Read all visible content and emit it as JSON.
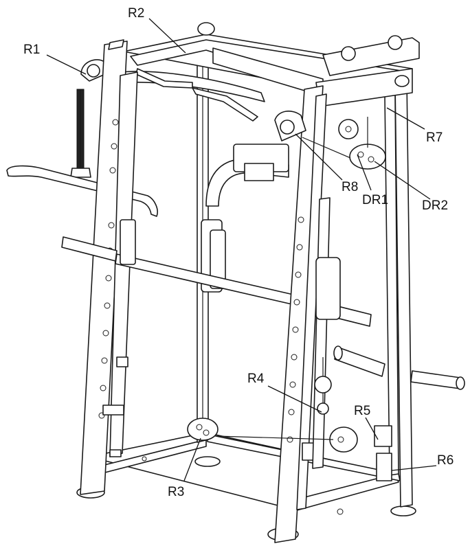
{
  "labels": {
    "r1": "R1",
    "r2": "R2",
    "r3": "R3",
    "r4": "R4",
    "r5": "R5",
    "r6": "R6",
    "r7": "R7",
    "r8": "R8",
    "dr1": "DR1",
    "dr2": "DR2"
  }
}
